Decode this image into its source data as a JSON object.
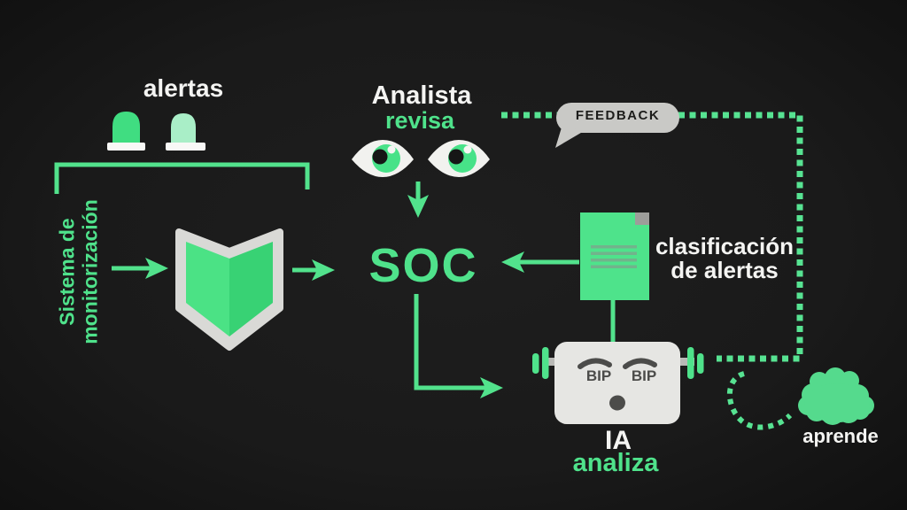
{
  "colors": {
    "background": "#1a1a1a",
    "green": "#4fe28b",
    "pale_green": "#a9eec7",
    "white": "#f4f4f2",
    "bubble_gray": "#c9c9c6",
    "robot_gray": "#e6e6e3",
    "face_dark": "#4c4c4a"
  },
  "monitoring_system": {
    "line1": "Sistema de",
    "line2": "monitorización"
  },
  "alerts": {
    "label": "alertas"
  },
  "analyst": {
    "name": "Analista",
    "action": "revisa"
  },
  "soc": {
    "label": "SOC"
  },
  "feedback": {
    "label": "FEEDBACK"
  },
  "classification": {
    "line1": "clasificación",
    "line2": "de alertas"
  },
  "ai": {
    "name": "IA",
    "action": "analiza",
    "beep_left": "BIP",
    "beep_right": "BIP"
  },
  "learning": {
    "label": "aprende"
  }
}
